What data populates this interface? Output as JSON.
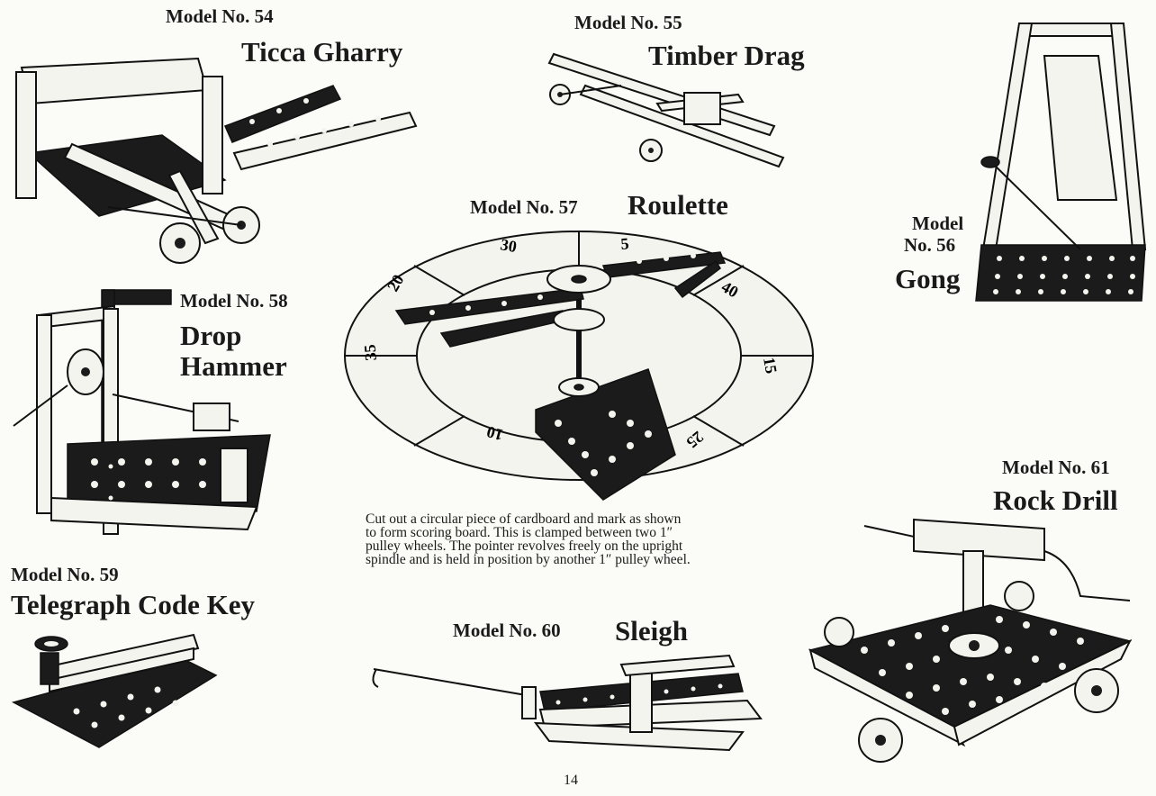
{
  "page_number": "14",
  "models": [
    {
      "number_label": "Model No. 54",
      "name": "Ticca Gharry"
    },
    {
      "number_label": "Model No. 55",
      "name": "Timber Drag"
    },
    {
      "number_label_line1": "Model",
      "number_label_line2": "No. 56",
      "name": "Gong"
    },
    {
      "number_label": "Model No. 57",
      "name": "Roulette",
      "wheel_numbers": [
        "30",
        "5",
        "40",
        "15",
        "25",
        "10",
        "35",
        "20"
      ],
      "caption_lines": [
        "Cut out a circular piece of cardboard and mark as shown",
        "to form scoring board.   This is clamped between two 1″",
        "pulley wheels.   The pointer revolves freely on the upright",
        "spindle and is held in position by another 1″ pulley wheel."
      ]
    },
    {
      "number_label": "Model No. 58",
      "name_line1": "Drop",
      "name_line2": "Hammer"
    },
    {
      "number_label": "Model No. 59",
      "name": "Telegraph Code Key"
    },
    {
      "number_label": "Model No. 60",
      "name": "Sleigh"
    },
    {
      "number_label": "Model No. 61",
      "name": "Rock Drill"
    }
  ]
}
